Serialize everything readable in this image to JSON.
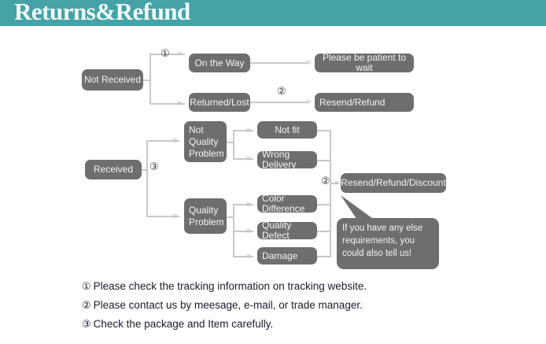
{
  "banner": {
    "title": "Returns&Refund",
    "background_color": "#45a3a8",
    "text_color": "#f2fbfb"
  },
  "theme": {
    "box_fill": "#6e6e6e",
    "box_text": "#f4f4f4",
    "line_color": "#c8c8c8",
    "arrow_color": "#c0c0c0",
    "note_text": "#1a1a2e",
    "page_background": "#ffffff"
  },
  "flowchart": {
    "nodes": {
      "not_received": "Not Received",
      "on_the_way": "On the Way",
      "returned_lost": "Returned/Lost",
      "please_be_patient": "Please be patient to wait",
      "resend_refund": "Resend/Refund",
      "received": "Received",
      "not_quality_problem": "Not\nQuality\nProblem",
      "quality_problem": "Quality\nProblem",
      "not_fit": "Not fit",
      "wrong_delivery": "Wrong Delivery",
      "color_difference": "Color Difference",
      "quality_defect": "Quality Defect",
      "damage": "Damage",
      "resend_refund_discount": "Resend/Refund/Discount"
    },
    "markers": {
      "m1_top": "①",
      "m2_top": "②",
      "m3_mid": "③",
      "m2_bottom": "②"
    },
    "callout": "If you have any else requirements, you could also tell us!"
  },
  "notes": [
    {
      "num": "①",
      "text": "Please check the tracking information on tracking website."
    },
    {
      "num": "②",
      "text": "Please contact us by meesage, e-mail, or trade manager."
    },
    {
      "num": "③",
      "text": "Check the package and Item carefully."
    }
  ]
}
